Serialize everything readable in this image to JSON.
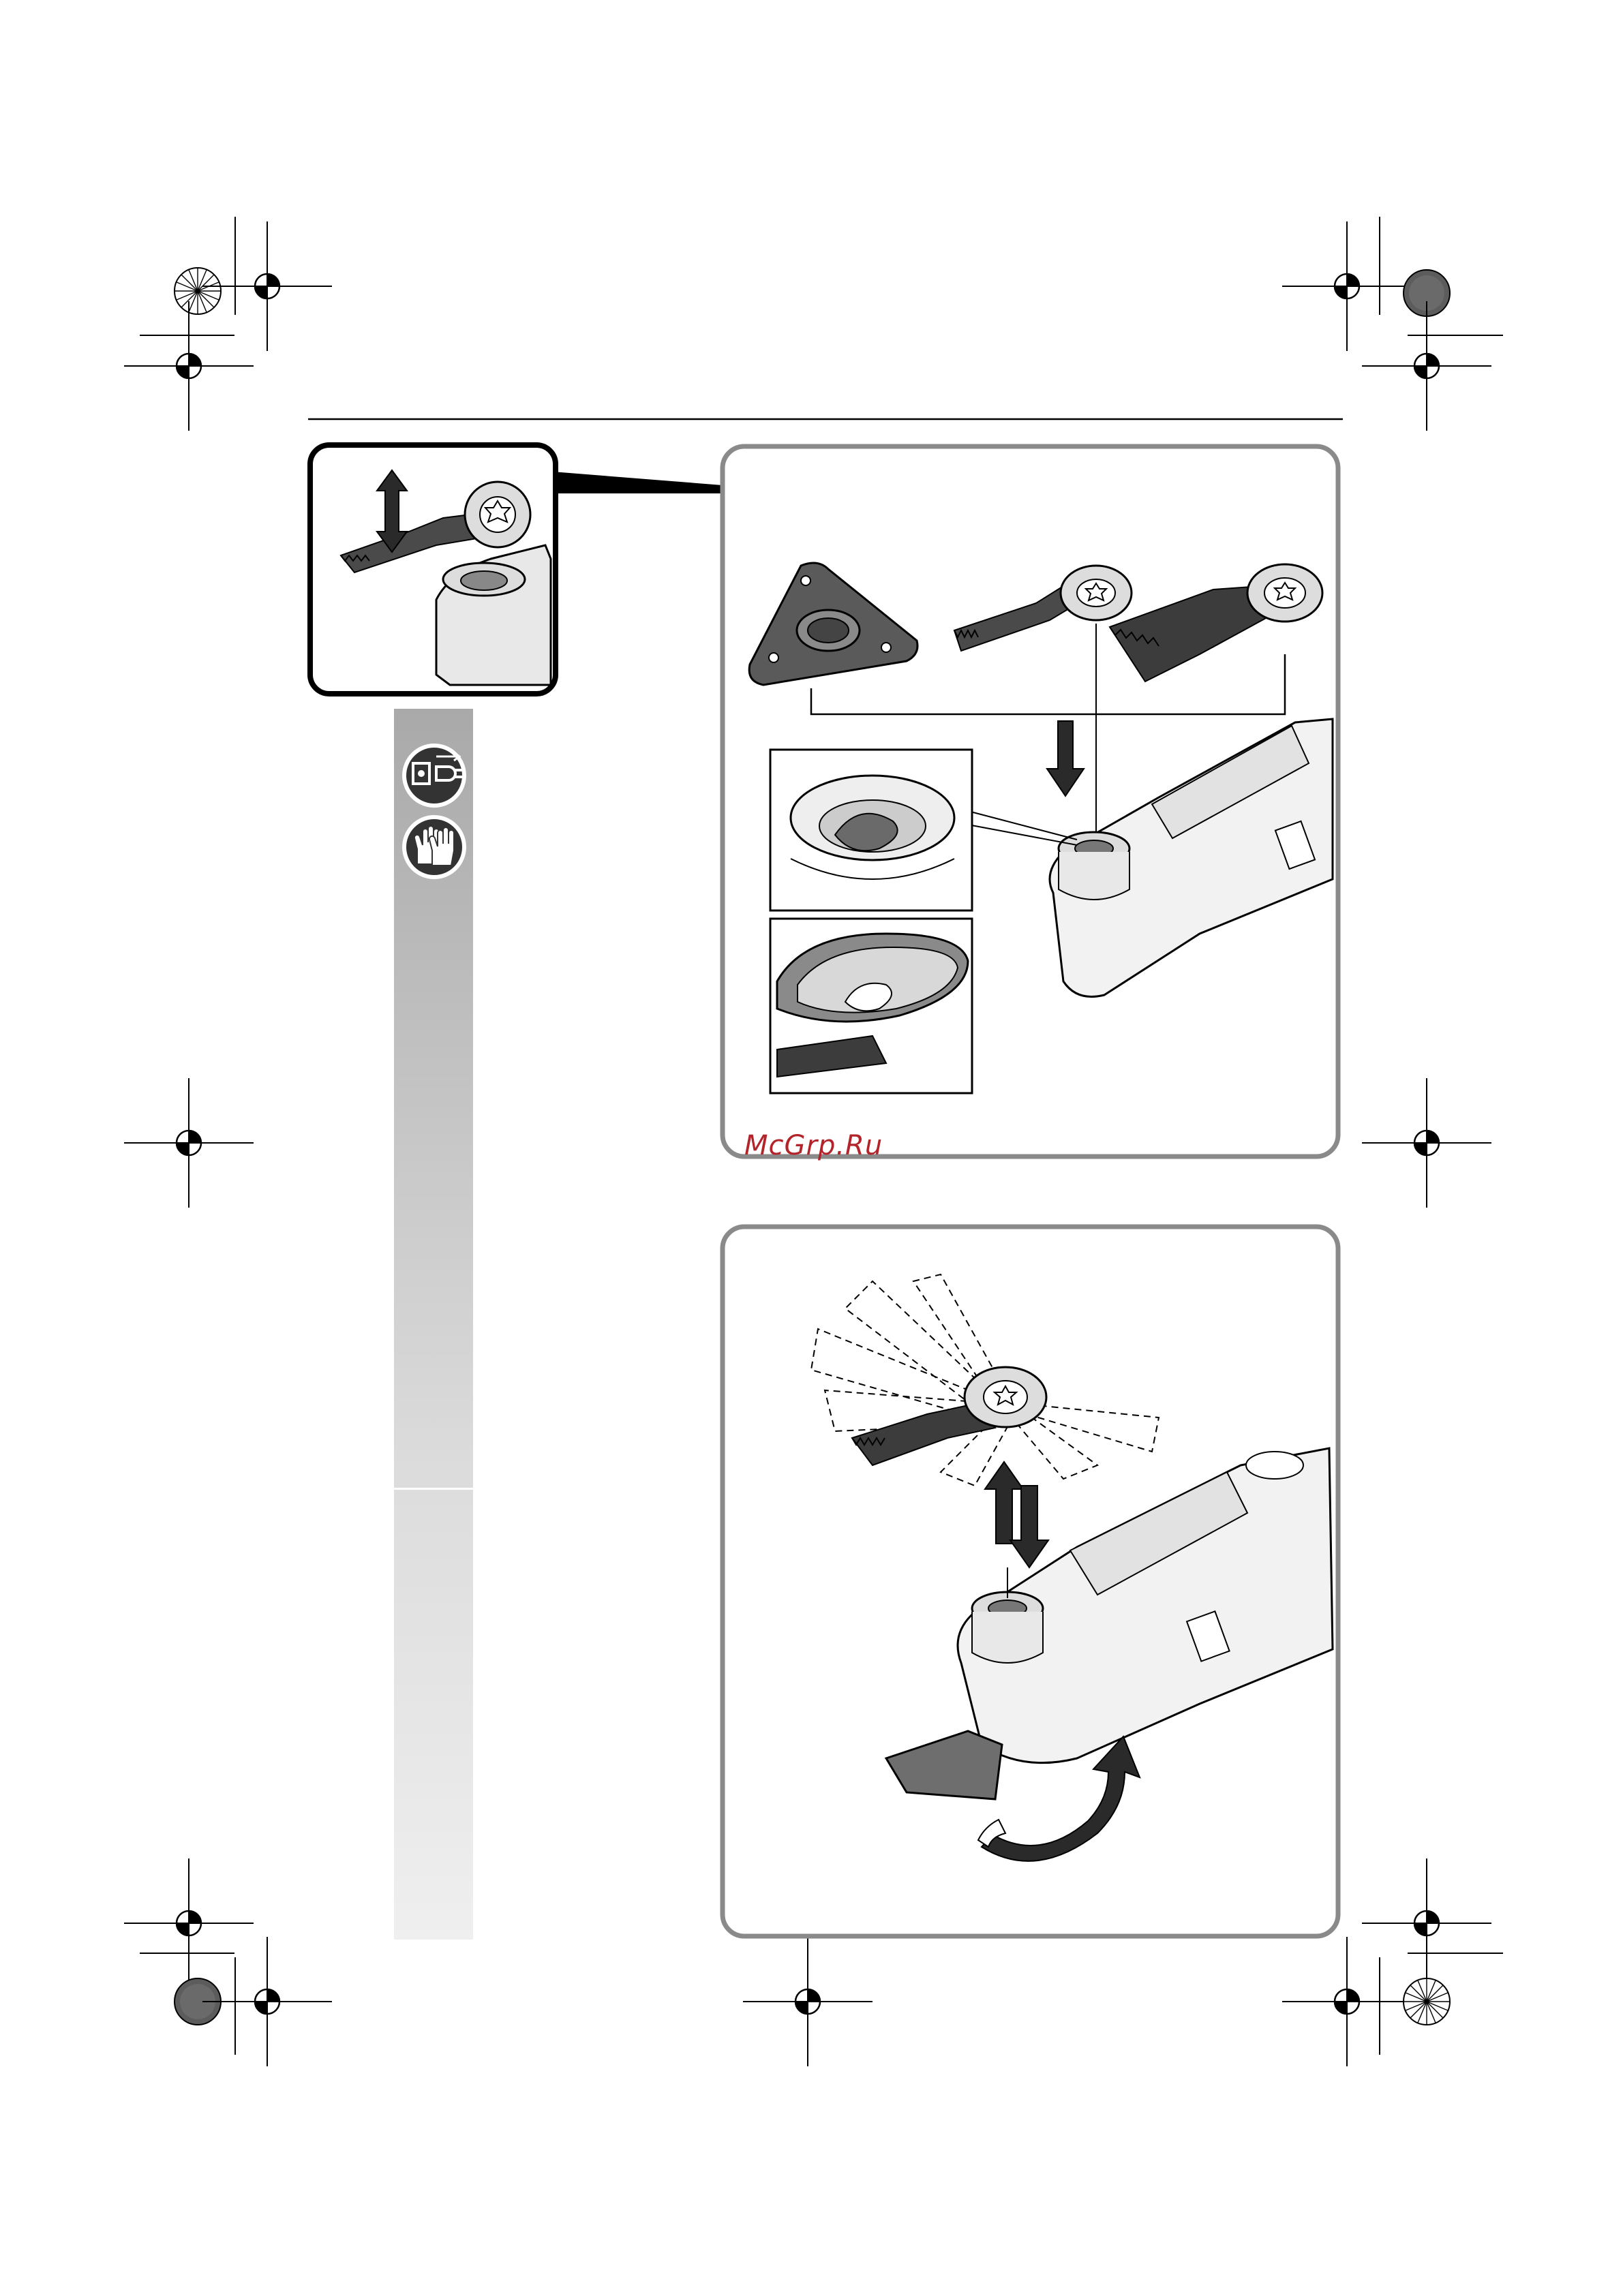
{
  "watermark": {
    "text": "McGrp.Ru",
    "color": "#b3242a"
  },
  "sidebar": {
    "icons": [
      {
        "name": "unplug-icon"
      },
      {
        "name": "gloves-icon"
      }
    ]
  },
  "figures": [
    {
      "name": "detail-inset",
      "icon": "blade-lift-icon"
    },
    {
      "name": "accessory-mounting-figure",
      "icons": [
        "sanding-plate-icon",
        "plunge-blade-icon",
        "wide-blade-icon",
        "insert-down-arrow-icon"
      ]
    },
    {
      "name": "blade-angle-adjustment-figure",
      "icons": [
        "blade-positions-icon",
        "up-down-arrows-icon",
        "rotation-arrow-icon"
      ]
    }
  ],
  "colors": {
    "frame": "#8a8a8a",
    "dark": "#1a1a1a",
    "accent_gray": "#6e6e6e"
  }
}
